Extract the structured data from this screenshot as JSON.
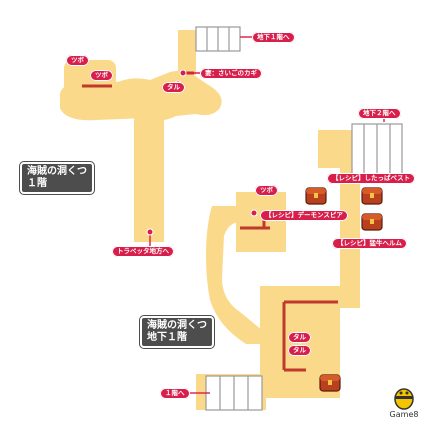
{
  "areas": {
    "upper": [
      "海賊の洞くつ",
      "１階"
    ],
    "lower": [
      "海賊の洞くつ",
      "地下１階"
    ]
  },
  "labels": {
    "to_b1_top": "地下１階へ",
    "pot_1": "ツボ",
    "pot_2": "ツボ",
    "barrel_1": "タル",
    "key_item": "妻：さいごのカギ",
    "to_b2": "地下２階へ",
    "recipe_hat": "【レシピ】したっぱベスト",
    "pot_3": "ツボ",
    "recipe_spear": "【レシピ】デーモンスピア",
    "recipe_helm": "【レシピ】猛牛ヘルム",
    "to_trapetta": "トラペッタ地方へ",
    "barrel_2": "タル",
    "barrel_3": "タル",
    "to_1f": "１階へ"
  },
  "brand": "Game8",
  "colors": {
    "floor": "#fbd98a",
    "wall_line": "#c0392b",
    "label_bg": "#d81e4b",
    "chest": "#b8401f"
  }
}
